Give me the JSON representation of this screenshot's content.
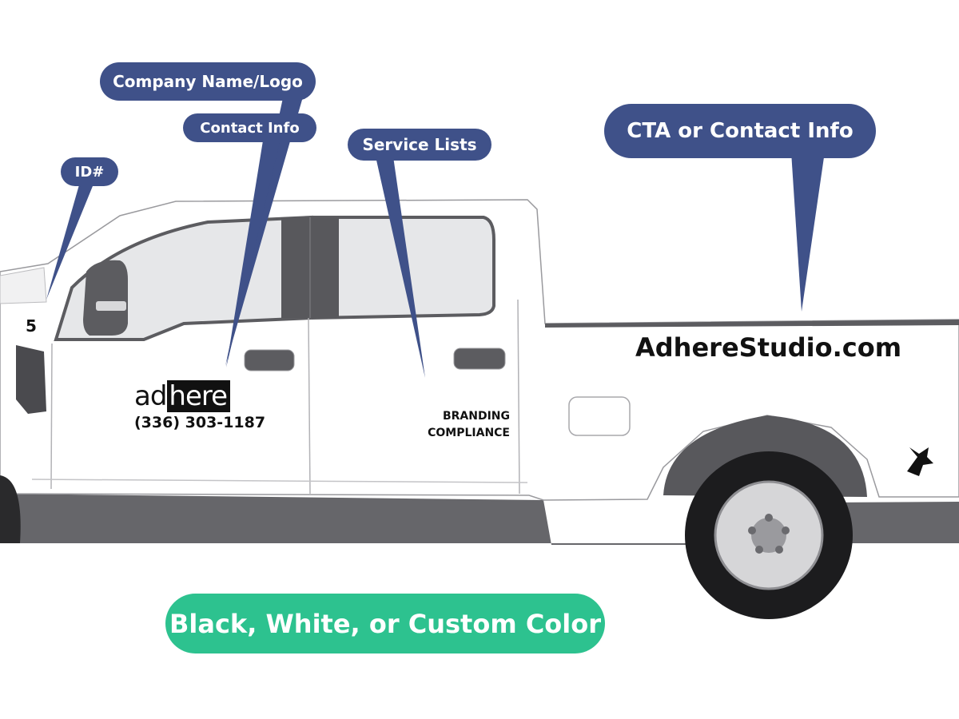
{
  "callouts": {
    "company": "Company Name/Logo",
    "contact": "Contact Info",
    "id": "ID#",
    "service": "Service Lists",
    "cta": "CTA or Contact Info"
  },
  "decals": {
    "id_number": "5",
    "logo_part1": "ad",
    "logo_part2": "here",
    "phone": "(336) 303-1187",
    "service_line1": "BRANDING",
    "service_line2": "COMPLIANCE",
    "website": "AdhereStudio.com"
  },
  "footer_pill": "Black, White, or Custom Color",
  "colors": {
    "callout": "#3f5189",
    "pill": "#2dc28f",
    "truck_body": "#ffffff",
    "trim": "#66666a",
    "glass": "#e6e7e9"
  }
}
